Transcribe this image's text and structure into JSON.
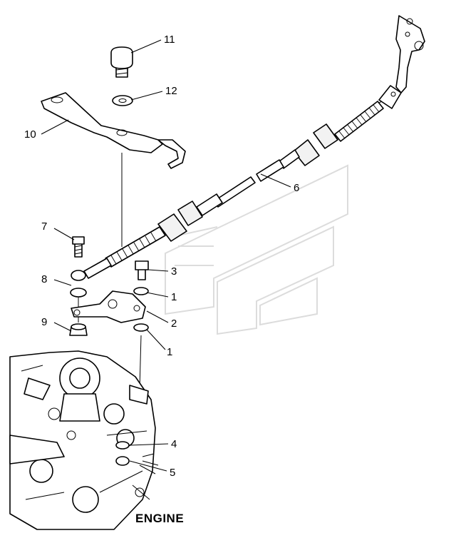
{
  "callouts": [
    {
      "id": "1a",
      "text": "1"
    },
    {
      "id": "1b",
      "text": "1"
    },
    {
      "id": "2",
      "text": "2"
    },
    {
      "id": "3",
      "text": "3"
    },
    {
      "id": "4",
      "text": "4"
    },
    {
      "id": "5",
      "text": "5"
    },
    {
      "id": "6",
      "text": "6"
    },
    {
      "id": "7",
      "text": "7"
    },
    {
      "id": "8",
      "text": "8"
    },
    {
      "id": "9",
      "text": "9"
    },
    {
      "id": "10",
      "text": "10"
    },
    {
      "id": "11",
      "text": "11"
    },
    {
      "id": "12",
      "text": "12"
    }
  ],
  "engine_label": "ENGINE"
}
